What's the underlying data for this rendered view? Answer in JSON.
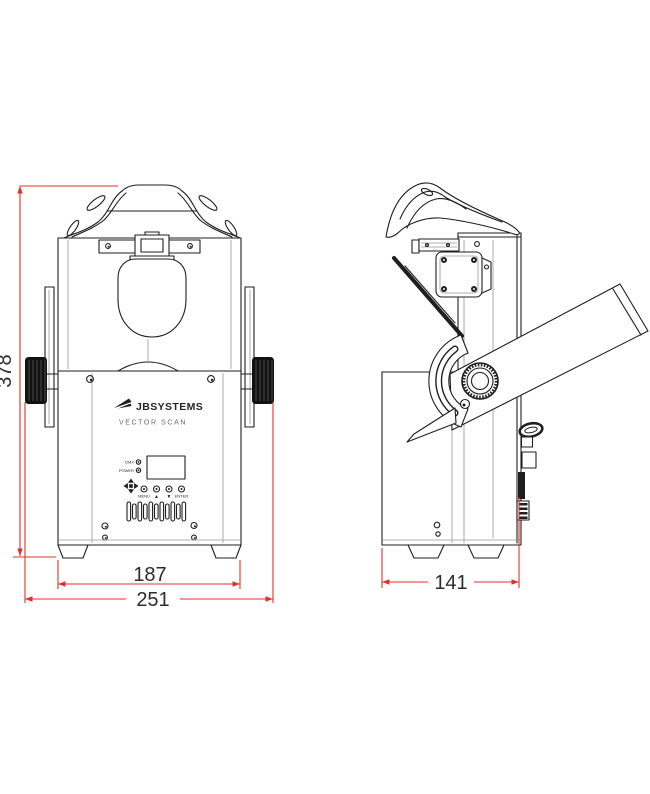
{
  "branding": {
    "logo_text": "JBSYSTEMS",
    "model_name": "VECTOR SCAN"
  },
  "control_panel": {
    "leds": [
      {
        "label": "DMX"
      },
      {
        "label": "POWER"
      }
    ],
    "buttons": [
      {
        "label": "MENU"
      },
      {
        "label": "▲"
      },
      {
        "label": "▼"
      },
      {
        "label": "ENTER"
      }
    ]
  },
  "dimensions_mm": {
    "height": "378",
    "foot_width": "187",
    "overall_width": "251",
    "depth": "141"
  },
  "colors": {
    "background": "#ffffff",
    "line": "#1f1f1f",
    "seam": "#969696",
    "dimension_line": "#e03128",
    "dimension_text": "#2d2d2d",
    "model_text": "#6b6b6b"
  }
}
